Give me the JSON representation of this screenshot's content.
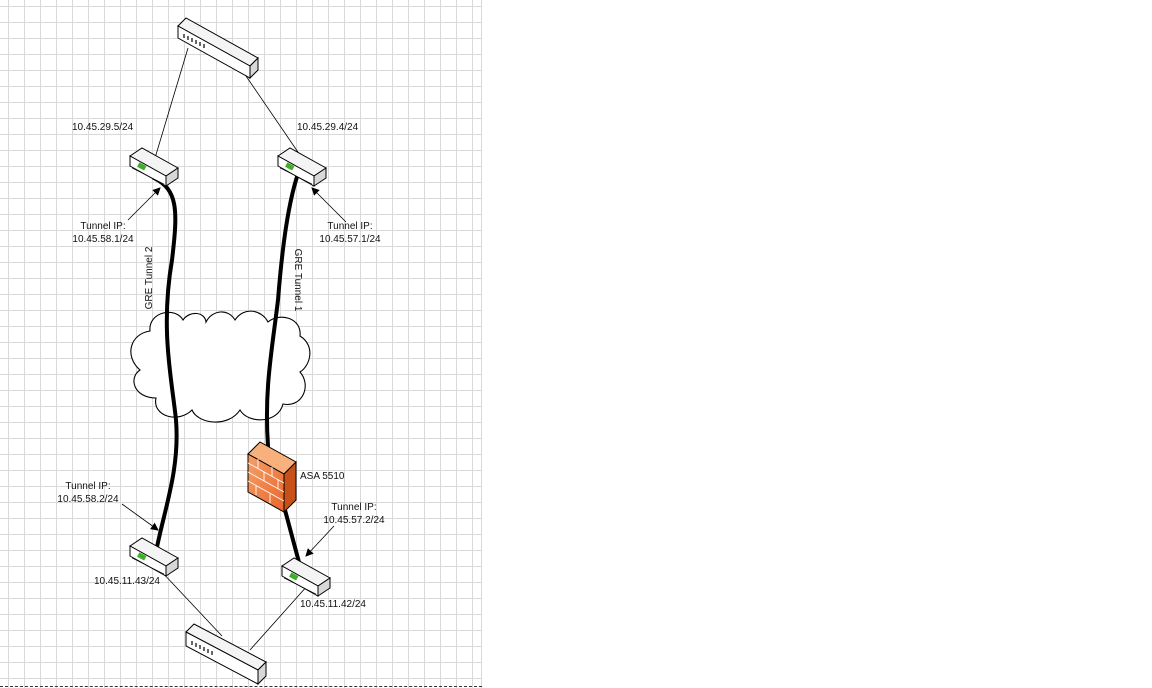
{
  "diagram": {
    "devices": {
      "top_switch": {
        "kind": "switch-icon"
      },
      "bottom_switch": {
        "kind": "switch-icon"
      },
      "router_top_left": {
        "kind": "router-icon",
        "ip": "10.45.29.5/24",
        "tunnel_label": "Tunnel IP:",
        "tunnel_ip": "10.45.58.1/24"
      },
      "router_top_right": {
        "kind": "router-icon",
        "ip": "10.45.29.4/24",
        "tunnel_label": "Tunnel IP:",
        "tunnel_ip": "10.45.57.1/24"
      },
      "router_bottom_left": {
        "kind": "router-icon",
        "ip": "10.45.11.43/24",
        "tunnel_label": "Tunnel IP:",
        "tunnel_ip": "10.45.58.2/24"
      },
      "router_bottom_right": {
        "kind": "router-icon",
        "ip": "10.45.11.42/24",
        "tunnel_label": "Tunnel IP:",
        "tunnel_ip": "10.45.57.2/24"
      },
      "firewall": {
        "kind": "firewall-icon",
        "label": "ASA 5510"
      },
      "cloud": {
        "kind": "cloud-icon"
      }
    },
    "tunnels": {
      "tunnel_2": "GRE Tunnel 2",
      "tunnel_1": "GRE Tunnel 1"
    },
    "colors": {
      "firewall_fill": "#f07a3a",
      "port_green": "#3fae2a",
      "grid": "#d9d9d9",
      "line": "#000000"
    }
  }
}
